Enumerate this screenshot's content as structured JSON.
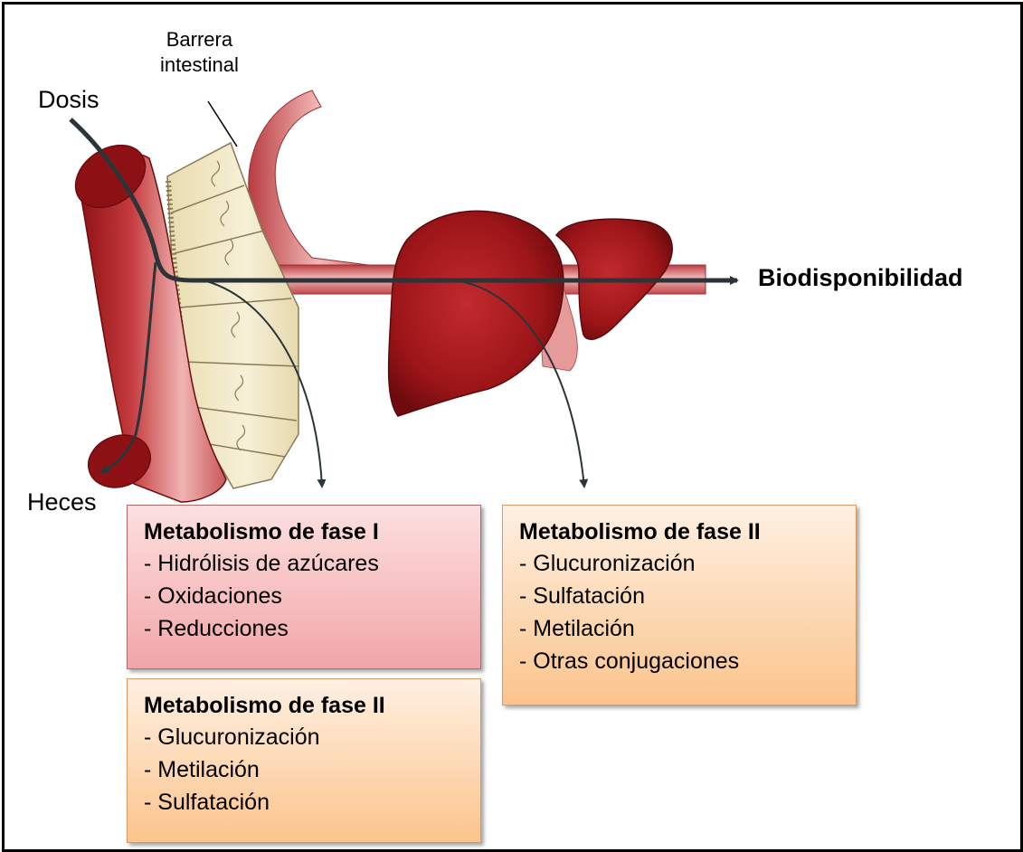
{
  "labels": {
    "barrier": [
      "Barrera",
      "intestinal"
    ],
    "dose": "Dosis",
    "feces": "Heces",
    "bioavailability": "Biodisponibilidad"
  },
  "boxes": {
    "intestine_phase1": {
      "title": "Metabolismo de fase I",
      "items": [
        "Hidrólisis de azúcares",
        "Oxidaciones",
        "Reducciones"
      ],
      "color": "#f2a5a8"
    },
    "intestine_phase2": {
      "title": "Metabolismo de fase II",
      "items": [
        "Glucuronización",
        "Metilación",
        "Sulfatación"
      ],
      "color": "#fbc48c"
    },
    "liver_phase2": {
      "title": "Metabolismo de fase II",
      "items": [
        "Glucuronización",
        "Sulfatación",
        "Metilación",
        "Otras conjugaciones"
      ],
      "color": "#fbc48c"
    }
  },
  "colors": {
    "organ": "#a11a1c",
    "vessel": "#c8474b",
    "barrier": "#f0e6c4",
    "arrow": "#2a3439"
  }
}
